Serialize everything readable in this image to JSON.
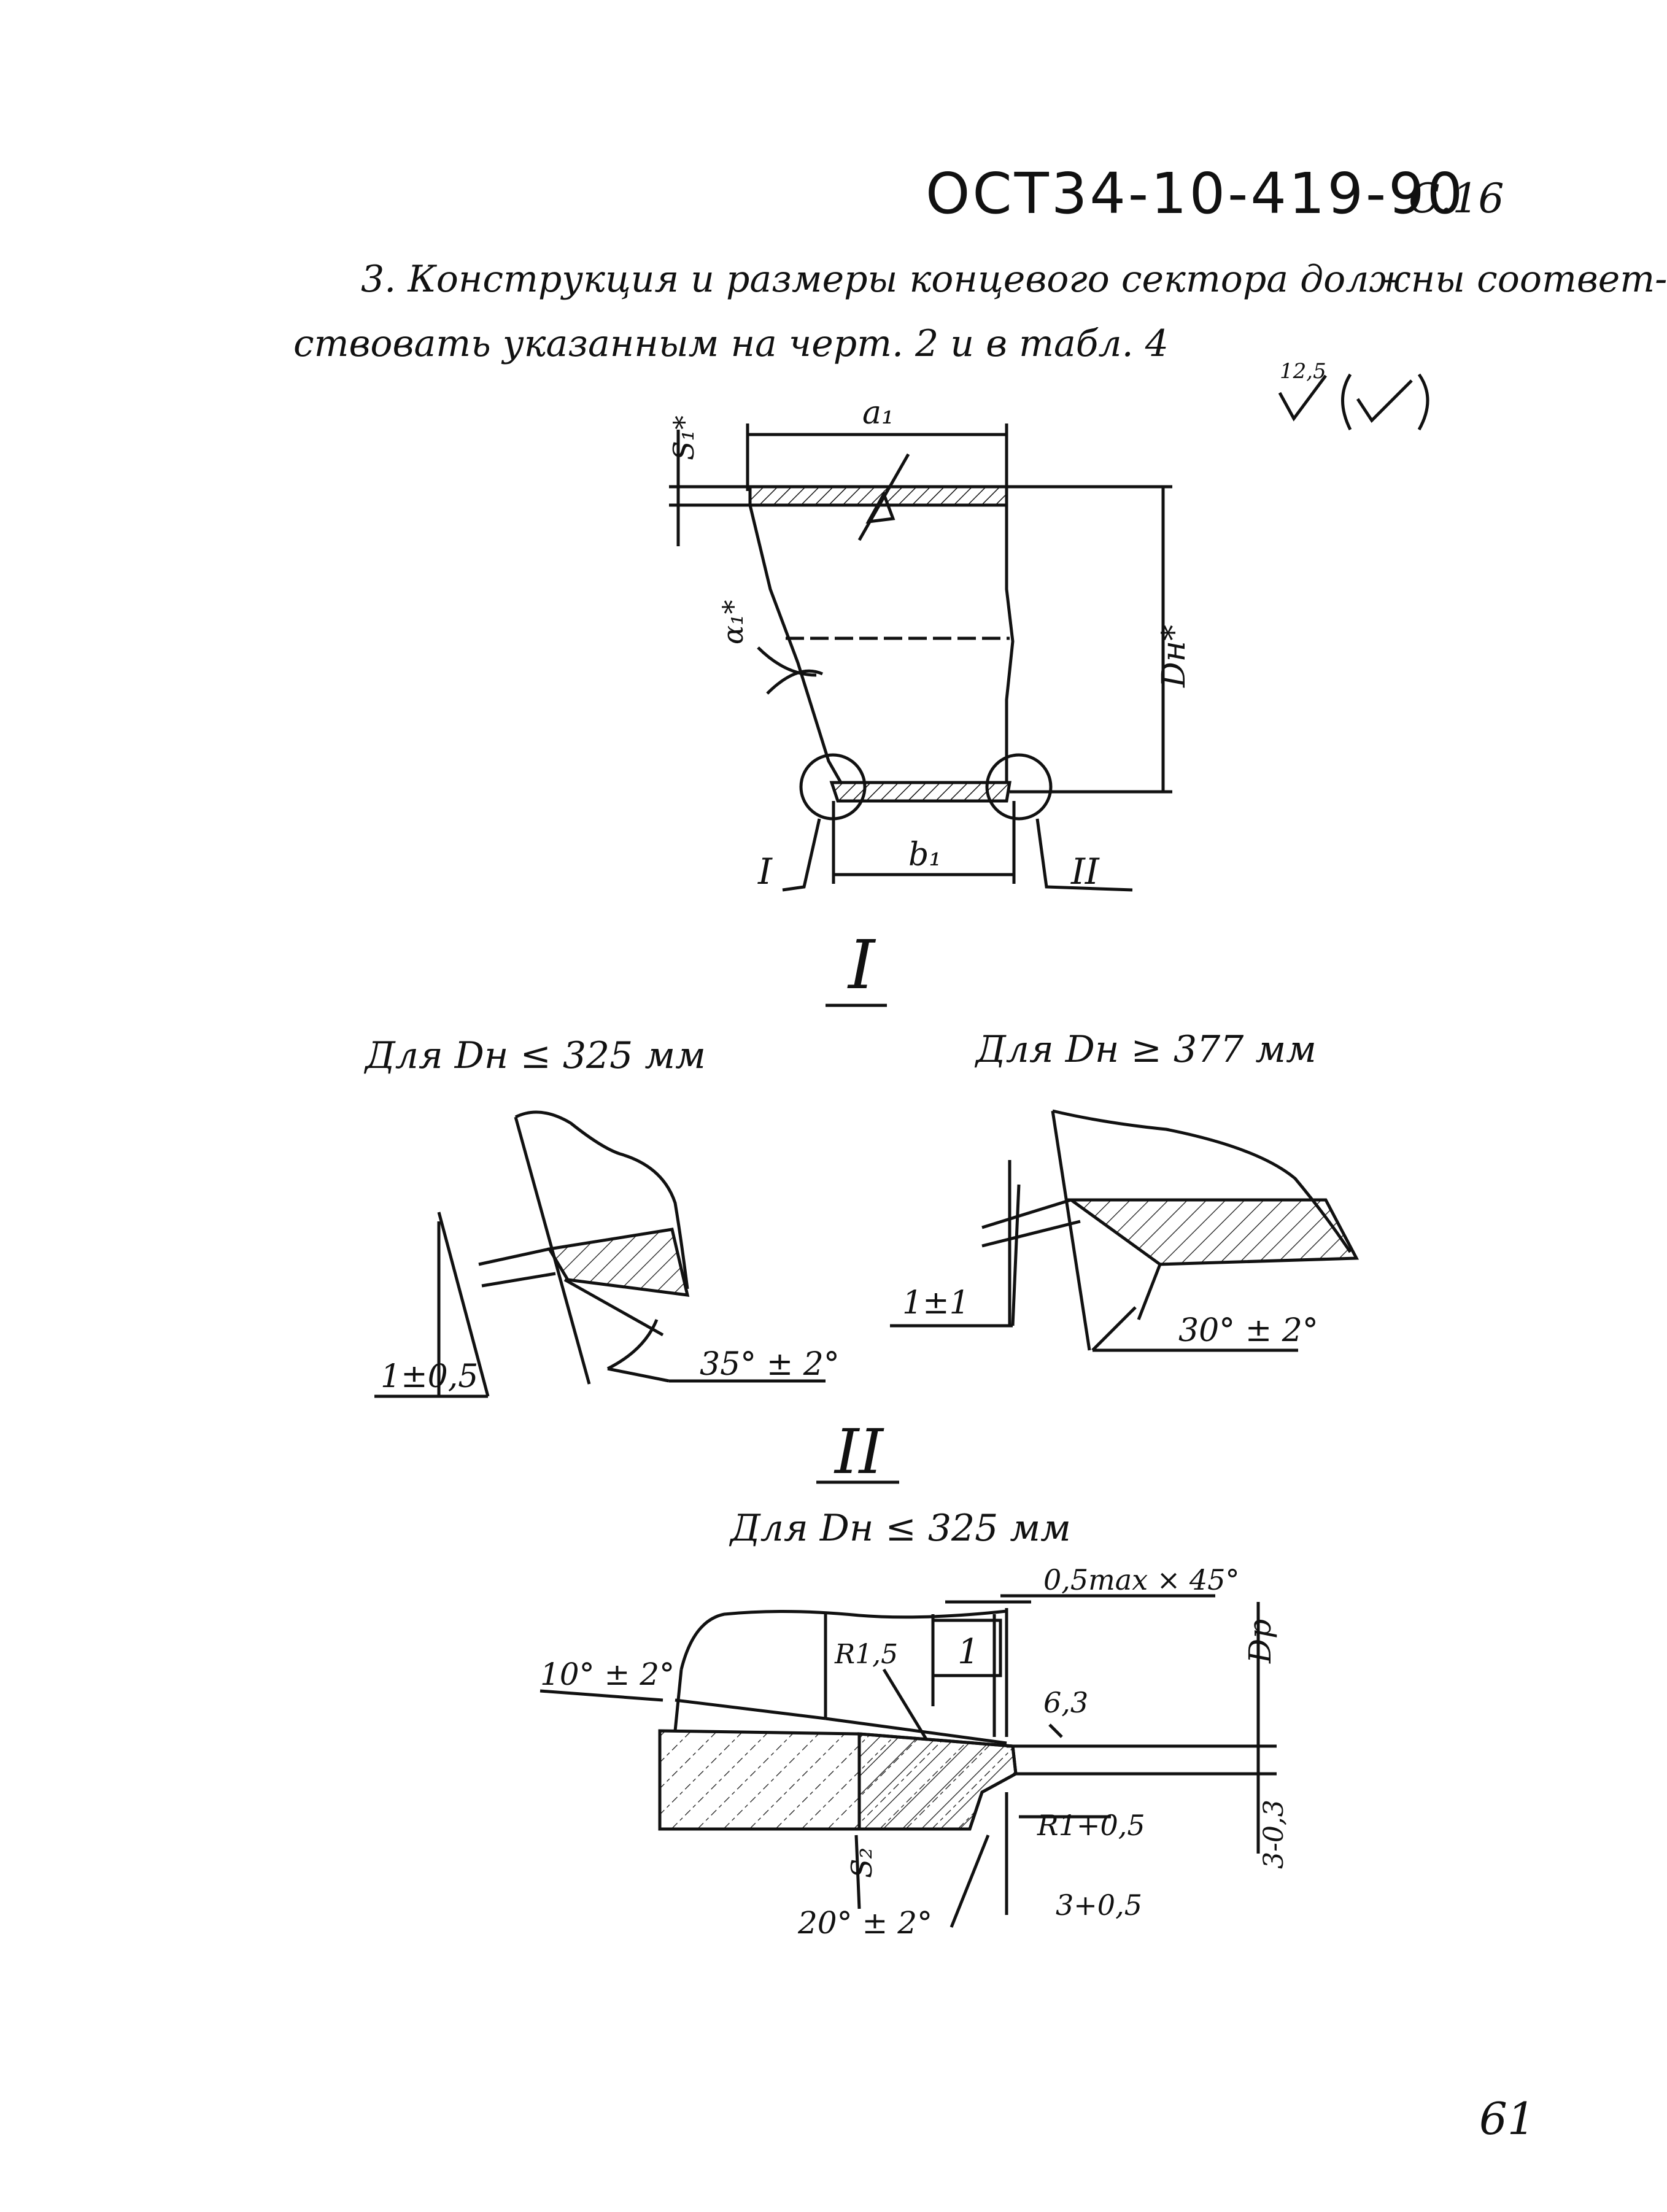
{
  "header": {
    "standard_code": "ОСТ34-10-419-90",
    "page_ref": "С.16"
  },
  "clause": {
    "line1": "3. Конструкция и размеры концевого сектора должны соответ-",
    "line2": "ствовать указанным на черт. 2 и в табл. 4"
  },
  "roughness": {
    "value": "12,5"
  },
  "drawing_main": {
    "label_s1": "S₁*",
    "label_a1": "a₁",
    "label_dh": "Dн*",
    "label_alpha": "α₁*",
    "label_b1": "b₁",
    "view_i": "I",
    "view_ii": "II"
  },
  "detail_i": {
    "heading": "I",
    "left_caption": "Для Dн ≤ 325 мм",
    "left_dim": "1±0,5",
    "left_angle": "35° ± 2°",
    "right_caption": "Для Dн ≥ 377 мм",
    "right_dim": "1±1",
    "right_angle": "30° ± 2°"
  },
  "detail_ii": {
    "heading": "II",
    "caption": "Для Dн ≤ 325 мм",
    "chamfer": "0,5max × 45°",
    "dp": "Dр",
    "angle_top": "10° ± 2°",
    "r15": "R1,5",
    "box_1": "1",
    "rough_63": "6,3",
    "r1": "R1+0,5",
    "s2": "S₂",
    "dim_3_03": "3-0,3",
    "angle_bottom": "20° ± 2°",
    "dim_3_05": "3+0,5"
  },
  "footer": {
    "page_number": "61"
  }
}
